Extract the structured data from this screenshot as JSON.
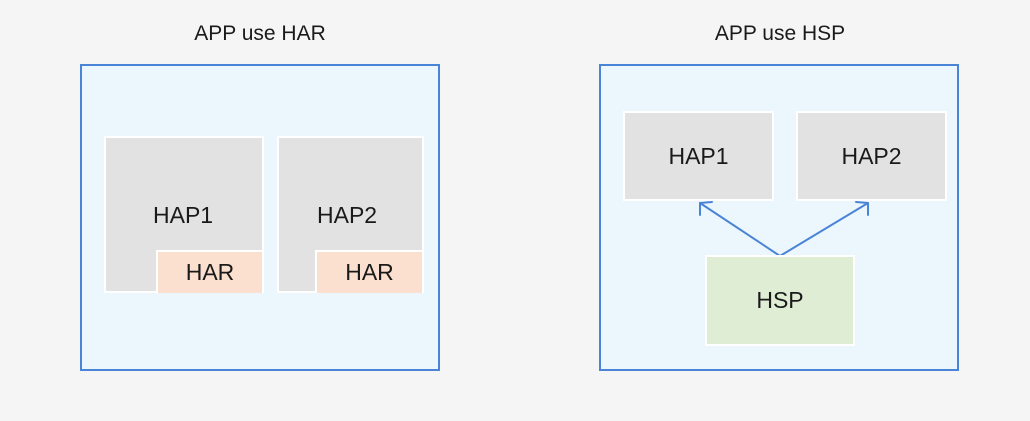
{
  "panels": {
    "har": {
      "title": "APP use HAR",
      "hap1": "HAP1",
      "hap2": "HAP2",
      "har1": "HAR",
      "har2": "HAR"
    },
    "hsp": {
      "title": "APP use HSP",
      "hap1": "HAP1",
      "hap2": "HAP2",
      "hsp": "HSP"
    }
  },
  "colors": {
    "background": "#f5f5f5",
    "app_fill": "#ecf6fd",
    "app_border": "#4a84d6",
    "hap_fill": "#e2e2e2",
    "har_fill": "#fbe0cf",
    "hsp_fill": "#e0edd5",
    "arrow": "#4a84d6"
  }
}
